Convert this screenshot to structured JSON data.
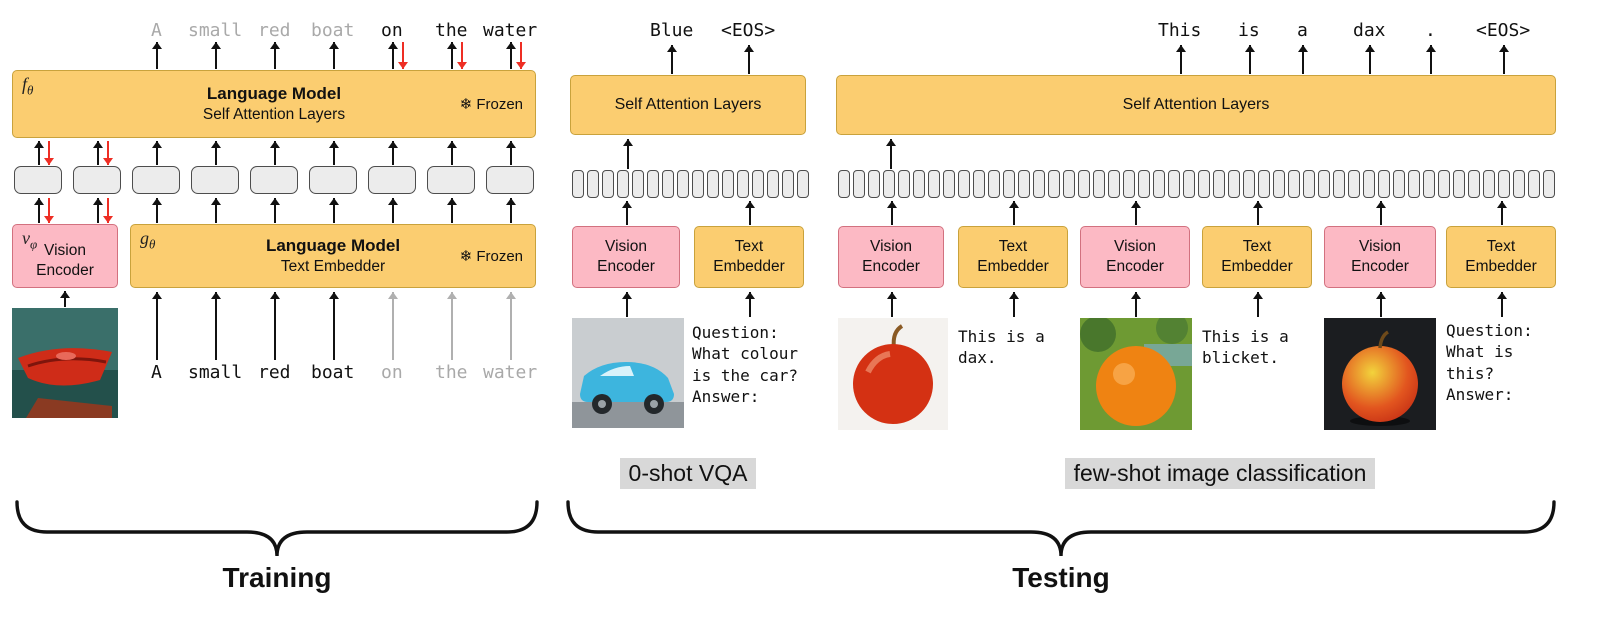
{
  "colors": {
    "frozen_module_yellow": "#FBCD70",
    "vision_module_pink": "#FCB9C4",
    "embedding_slot_gray": "#ECECEC",
    "gradient_arrow_red": "#EE2E24",
    "muted_token_gray": "#A9A9A9",
    "label_highlight_gray": "#D8D8D8"
  },
  "training": {
    "section_label": "Training",
    "lm_box": {
      "symbol": "f",
      "symbol_sub": "θ",
      "title": "Language Model",
      "subtitle": "Self Attention Layers",
      "frozen_label": "❄ Frozen"
    },
    "embedder_box": {
      "symbol": "g",
      "symbol_sub": "θ",
      "title": "Language Model",
      "subtitle": "Text Embedder",
      "frozen_label": "❄ Frozen"
    },
    "vision_box": {
      "symbol": "v",
      "symbol_sub": "φ",
      "label": "Vision Encoder"
    },
    "output_tokens": [
      "A",
      "small",
      "red",
      "boat",
      "on",
      "the",
      "water"
    ],
    "input_tokens": [
      "A",
      "small",
      "red",
      "boat",
      "on",
      "the",
      "water"
    ],
    "embedding_slot_count": 9
  },
  "vqa": {
    "section_label": "0-shot VQA",
    "sa_box_label": "Self Attention Layers",
    "vision_box_label": "Vision Encoder",
    "text_box_label": "Text Embedder",
    "output_tokens": [
      "Blue",
      "<EOS>"
    ],
    "prompt_text": "Question:\nWhat colour\nis the car?\nAnswer:",
    "embedding_slot_count": 16
  },
  "fewshot": {
    "section_label": "few-shot image classification",
    "sa_box_label": "Self Attention Layers",
    "output_tokens": [
      "This",
      "is",
      "a",
      "dax",
      ".",
      "<EOS>"
    ],
    "pairs": [
      {
        "vision_label": "Vision Encoder",
        "text_label": "Text Embedder",
        "caption": "This is a\ndax."
      },
      {
        "vision_label": "Vision Encoder",
        "text_label": "Text Embedder",
        "caption": "This is a\nblicket."
      },
      {
        "vision_label": "Vision Encoder",
        "text_label": "Text Embedder",
        "caption": "Question:\nWhat is\nthis?\nAnswer:"
      }
    ],
    "embedding_slot_count": 48
  },
  "testing": {
    "section_label": "Testing"
  }
}
